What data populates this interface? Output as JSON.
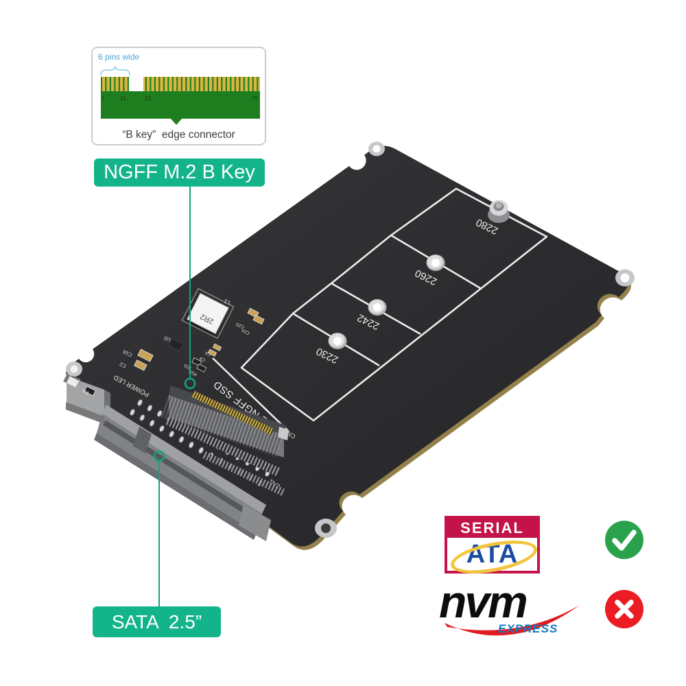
{
  "inset": {
    "pins_label": "6 pins wide",
    "pin_numbers": [
      "1",
      "11",
      "21",
      "75"
    ],
    "caption": "“B key”  edge connector"
  },
  "callouts": {
    "m2_label": "NGFF M.2 B Key",
    "sata_label": "SATA  2.5”"
  },
  "board": {
    "size_marks": [
      "2280",
      "2260",
      "2242",
      "2230"
    ],
    "m2_text": "M.2 NGFF SSD",
    "cn2": "CN2",
    "cn1": "CN1",
    "power_led": "POWER LED",
    "components": {
      "l1": "L1",
      "l1_value": "2R2",
      "c23": "C23",
      "c24": "C24",
      "u3": "U3",
      "c9": "C9",
      "c4": "C4",
      "r11": "R11",
      "r10": "R10",
      "c16": "C16",
      "c2": "C2",
      "d3": "D3",
      "r4": "R4"
    }
  },
  "logos": {
    "serial": "SERIAL",
    "ata": "ATA",
    "nvm": "nvm",
    "express": "EXPRESS"
  },
  "colors": {
    "accent_teal": "#13b48a",
    "callout_line": "#10a583",
    "check_green": "#2aa24c",
    "cross_red": "#eb1c23",
    "sata_crimson": "#c41348",
    "ata_blue": "#1b4da3",
    "express_blue": "#0e7cc0",
    "pcb_green": "#1e7e1f",
    "pin_gold": "#d9b542"
  }
}
